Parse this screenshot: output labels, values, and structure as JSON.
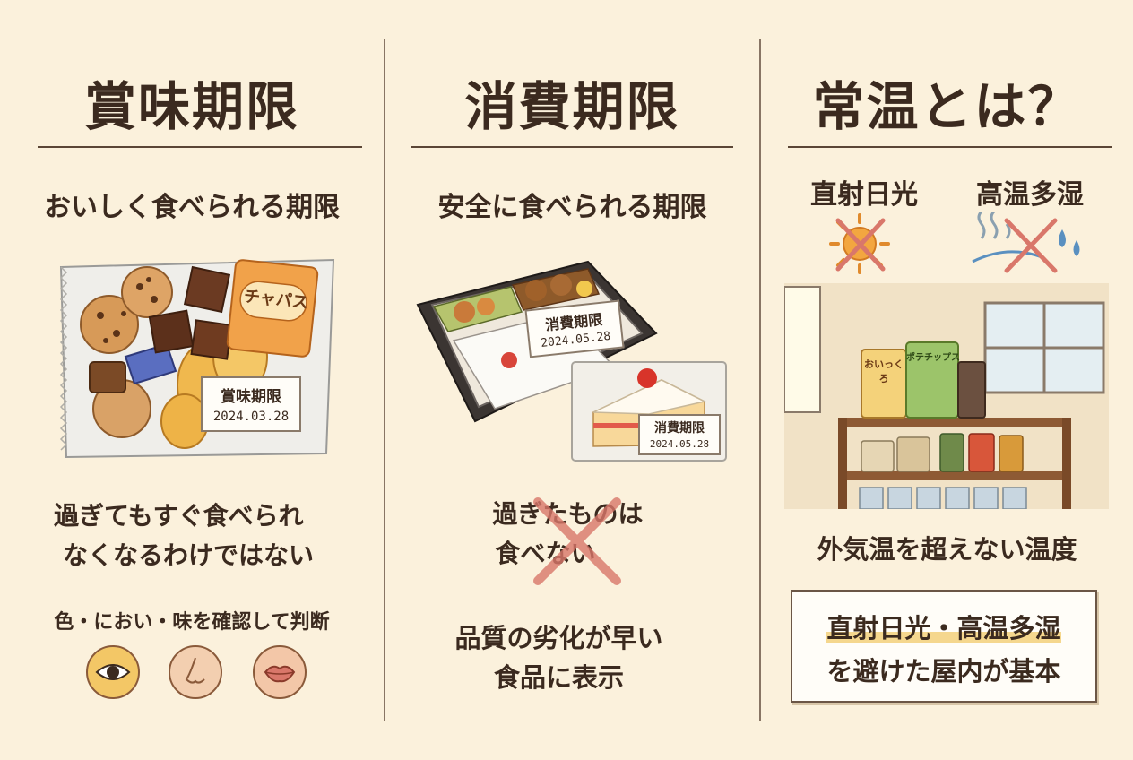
{
  "columns": [
    {
      "title": "賞味期限",
      "subtitle": "おいしく食べられる期限",
      "package_brand": "チャパス",
      "label_title": "賞味期限",
      "label_date": "2024.03.28",
      "note_lines": [
        "過ぎてもすぐ食べられ",
        "なくなるわけではない"
      ],
      "check_text": "色・におい・味を確認して判断",
      "sense_icons": [
        "eye-icon",
        "nose-icon",
        "lips-icon"
      ]
    },
    {
      "title": "消費期限",
      "subtitle": "安全に食べられる期限",
      "bento_label_title": "消費期限",
      "bento_label_date": "2024.05.28",
      "cake_label_title": "消費期限",
      "cake_label_date": "2024.05.28",
      "warning_lines": [
        "過ぎたものは",
        "食べない"
      ],
      "note_lines": [
        "品質の劣化が早い",
        "食品に表示"
      ]
    },
    {
      "title": "常温とは？",
      "avoid_items": [
        "直射日光",
        "高温多湿"
      ],
      "snack_brands": [
        "おいっくろ",
        "ポテチップス"
      ],
      "definition": "外気温を超えない温度",
      "box_lines": [
        "直射日光・高温多湿",
        "を避けた屋内が基本"
      ]
    }
  ],
  "colors": {
    "background": "#fbf1dc",
    "text": "#3b2a1f",
    "cross": "#d9776a",
    "highlight": "#f5d78e"
  }
}
